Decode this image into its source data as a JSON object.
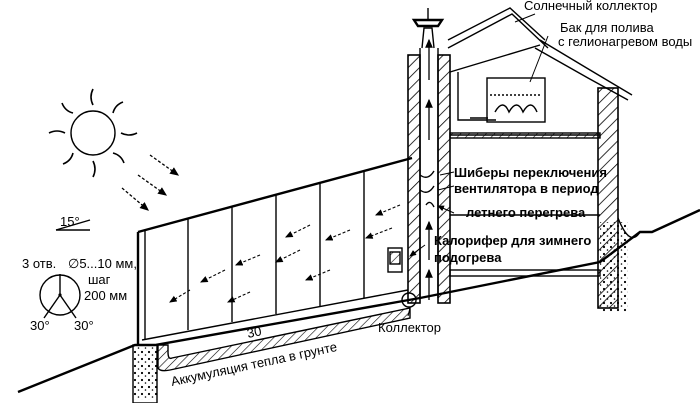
{
  "labels": {
    "solar_collector": "Солнечный коллектор",
    "tank_line1": "Бак для полива",
    "tank_line2": "с гелионагревом воды",
    "dampers_line1": "Шиберы переключения",
    "dampers_line2": "вентилятора в период",
    "dampers_line3": "летнего перегрева",
    "heater_line1": "Калорифер для зимнего",
    "heater_line2": "подогрева",
    "collector": "Коллектор",
    "ground_accumulation": "Аккумуляция тепла в грунте",
    "angle_15": "15°",
    "holes_line1": "3 отв.",
    "holes_diameter": "∅5...10 мм,",
    "step_line1": "шаг",
    "step_line2": "200 мм",
    "angle_left": "30°",
    "angle_right": "30°",
    "pipe_mark": "30"
  },
  "icons": {
    "sun": "sun-icon",
    "arrows": "airflow-arrow-icon"
  }
}
